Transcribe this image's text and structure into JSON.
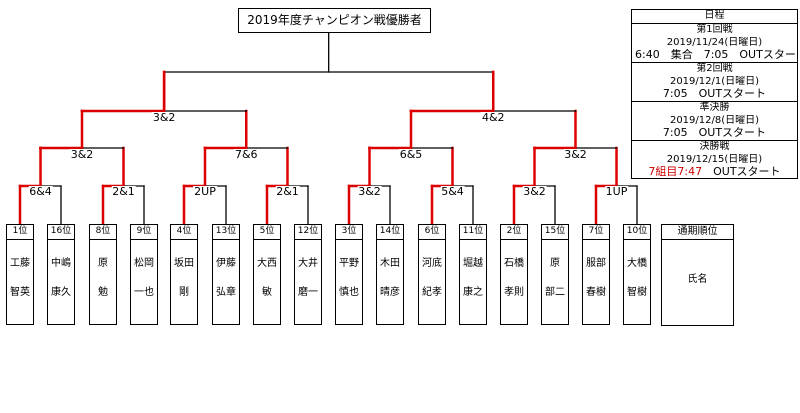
{
  "title": "2019年度チャンピオン戦優勝者",
  "players": [
    {
      "rank": "1位",
      "surname": "工藤",
      "given": "智英"
    },
    {
      "rank": "16位",
      "surname": "中嶋",
      "given": "康久"
    },
    {
      "rank": "8位",
      "surname": "原",
      "given": "勉"
    },
    {
      "rank": "9位",
      "surname": "松岡",
      "given": "一也"
    },
    {
      "rank": "4位",
      "surname": "坂田",
      "given": "剛"
    },
    {
      "rank": "13位",
      "surname": "伊藤",
      "given": "弘章"
    },
    {
      "rank": "5位",
      "surname": "大西",
      "given": "敏"
    },
    {
      "rank": "12位",
      "surname": "大井",
      "given": "磨一"
    },
    {
      "rank": "3位",
      "surname": "平野",
      "given": "慎也"
    },
    {
      "rank": "14位",
      "surname": "木田",
      "given": "晴彦"
    },
    {
      "rank": "6位",
      "surname": "河底",
      "given": "紀孝"
    },
    {
      "rank": "11位",
      "surname": "堀越",
      "given": "康之"
    },
    {
      "rank": "2位",
      "surname": "石橋",
      "given": "孝則"
    },
    {
      "rank": "15位",
      "surname": "原",
      "given": "部二"
    },
    {
      "rank": "7位",
      "surname": "服部",
      "given": "春樹"
    },
    {
      "rank": "10位",
      "surname": "大橋",
      "given": "智樹"
    }
  ],
  "legend": {
    "heading": "通期順位",
    "body": "氏名"
  },
  "round1_scores": [
    "6&4",
    "2&1",
    "2UP",
    "2&1",
    "3&2",
    "5&4",
    "3&2",
    "1UP"
  ],
  "round2_scores": [
    "3&2",
    "7&6",
    "6&5",
    "3&2"
  ],
  "semifinal_scores": [
    "3&2",
    "4&2"
  ],
  "schedule": {
    "title": "日程",
    "blocks": [
      {
        "heading": "第1回戦",
        "date": "2019/11/24(日曜日)",
        "time": "6:40　集合　7:05　OUTスタート"
      },
      {
        "heading": "第2回戦",
        "date": "2019/12/1(日曜日)",
        "time": "7:05　OUTスタート"
      },
      {
        "heading": "準決勝",
        "date": "2019/12/8(日曜日)",
        "time": "7:05　OUTスタート"
      },
      {
        "heading": "決勝戦",
        "date": "2019/12/15(日曜日)",
        "time_highlight": "7組目7:47",
        "time": "　OUTスタート"
      }
    ]
  },
  "colors": {
    "winner_line": "#dd0000",
    "line": "#000000",
    "highlight_text": "#cc0000"
  }
}
